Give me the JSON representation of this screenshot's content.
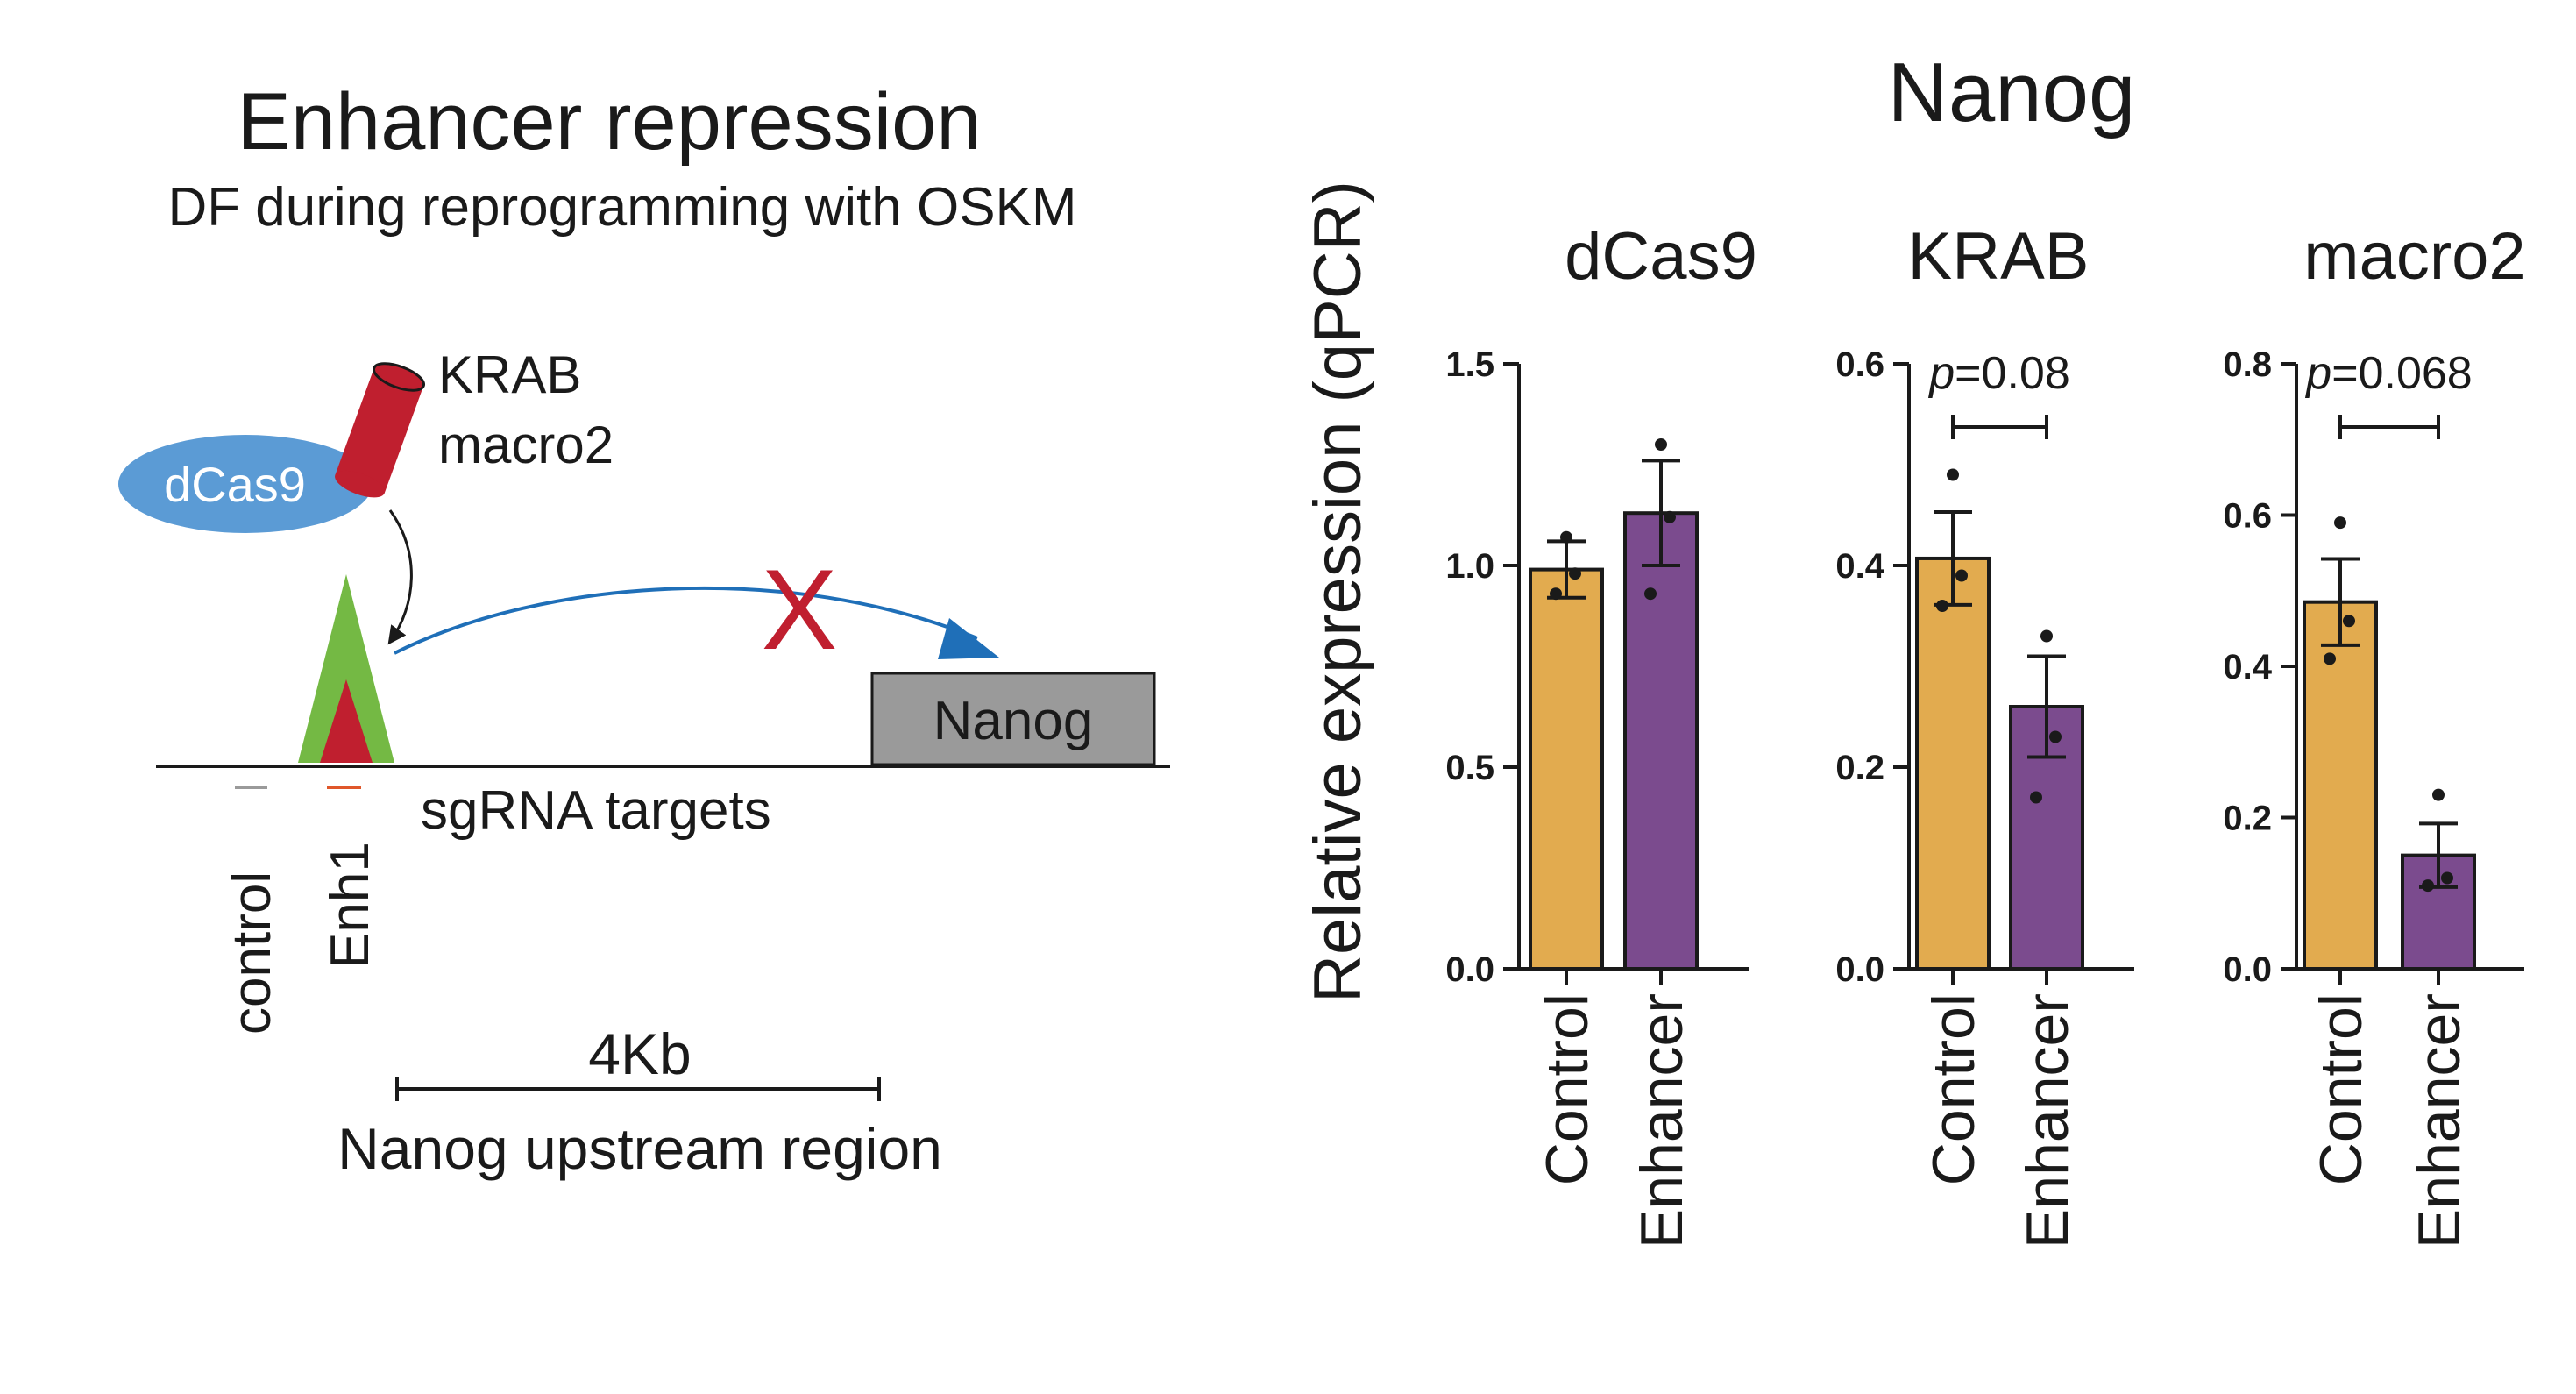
{
  "schematic": {
    "title": "Enhancer repression",
    "subtitle": "DF during reprogramming with OSKM",
    "dcas9_label": "dCas9",
    "effector_labels": [
      "KRAB",
      "macro2"
    ],
    "gene_label": "Nanog",
    "sgrna_label": "sgRNA targets",
    "target_labels": [
      "control",
      "Enh1"
    ],
    "scale_label": "4Kb",
    "region_label": "Nanog upstream region",
    "block_mark": "X",
    "colors": {
      "dcas9": "#5b9bd5",
      "effector": "#c01f2f",
      "enhancer_outer": "#74b944",
      "enhancer_inner": "#c01f2f",
      "arrow": "#1f6fb8",
      "block_mark": "#c01f2f",
      "gene_box": "#9a9a9a",
      "control_tick": "#9a9a9a",
      "enh_tick": "#e0572a"
    }
  },
  "chart_data": {
    "title": "Nanog",
    "ylabel": "Relative expression (qPCR)",
    "type": "bar",
    "colors": {
      "Control": "#e2ab4f",
      "Enhancer": "#7b4b8e"
    },
    "panels": [
      {
        "title": "dCas9",
        "categories": [
          "Control",
          "Enhancer"
        ],
        "values": [
          0.99,
          1.13
        ],
        "sem": [
          0.07,
          0.13
        ],
        "points": [
          [
            0.93,
            0.98,
            1.07
          ],
          [
            0.93,
            1.12,
            1.3
          ]
        ],
        "ylim": [
          0,
          1.5
        ],
        "yticks": [
          "0.0",
          "0.5",
          "1.0",
          "1.5"
        ],
        "p_value": ""
      },
      {
        "title": "KRAB",
        "categories": [
          "Control",
          "Enhancer"
        ],
        "values": [
          0.407,
          0.26
        ],
        "sem": [
          0.046,
          0.05
        ],
        "points": [
          [
            0.36,
            0.39,
            0.49
          ],
          [
            0.17,
            0.23,
            0.33
          ]
        ],
        "ylim": [
          0,
          0.6
        ],
        "yticks": [
          "0.0",
          "0.2",
          "0.4",
          "0.6"
        ],
        "p_value": "p=0.08"
      },
      {
        "title": "macro2",
        "categories": [
          "Control",
          "Enhancer"
        ],
        "values": [
          0.485,
          0.15
        ],
        "sem": [
          0.057,
          0.042
        ],
        "points": [
          [
            0.41,
            0.46,
            0.59
          ],
          [
            0.11,
            0.12,
            0.23
          ]
        ],
        "ylim": [
          0,
          0.8
        ],
        "yticks": [
          "0.0",
          "0.2",
          "0.4",
          "0.6",
          "0.8"
        ],
        "p_value": "p=0.068"
      }
    ]
  }
}
